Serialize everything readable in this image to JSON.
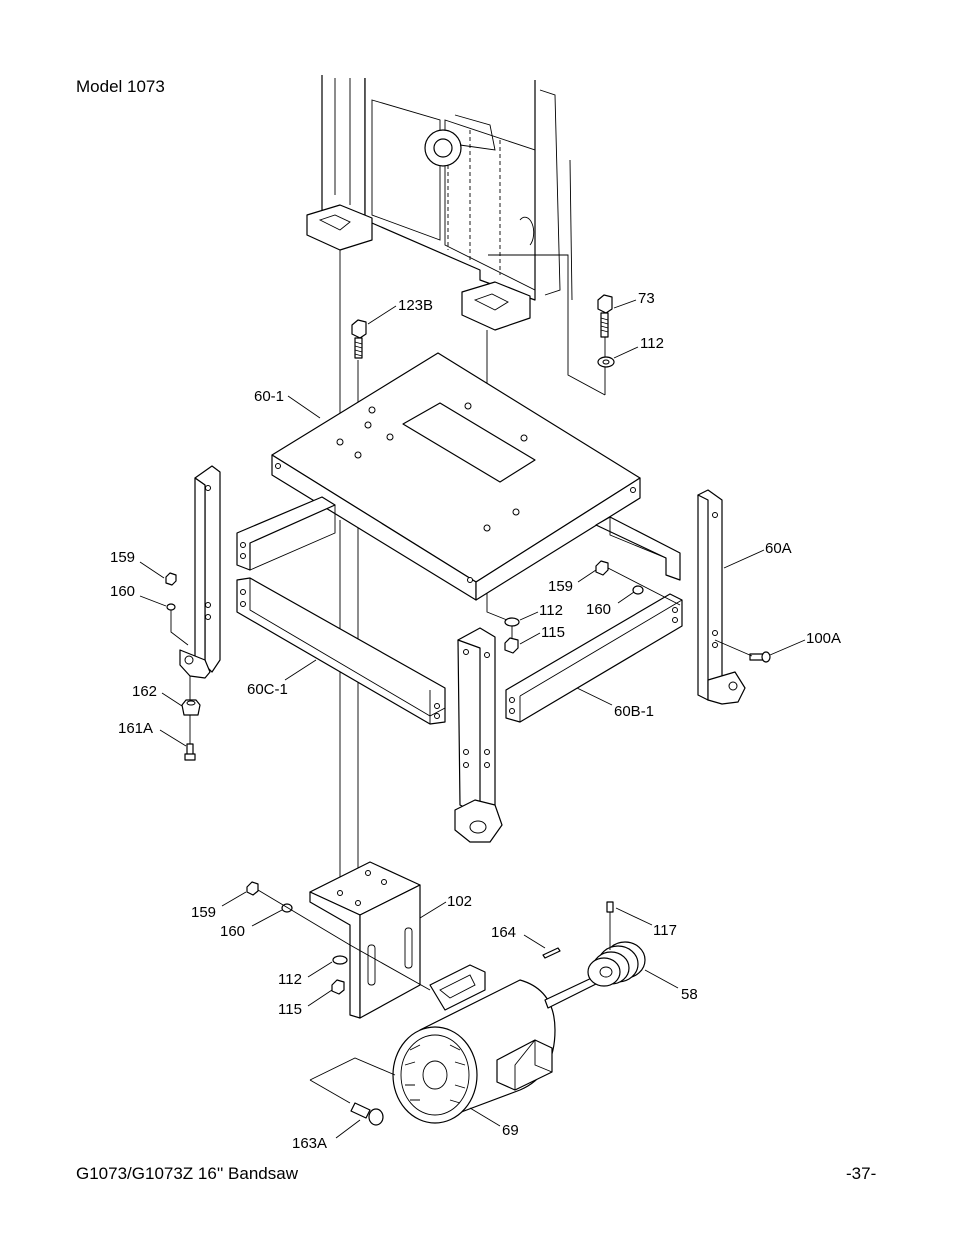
{
  "header": {
    "title": "Model 1073"
  },
  "footer": {
    "left": "G1073/G1073Z 16'' Bandsaw",
    "right": "-37-"
  },
  "labels": {
    "l123B": "123B",
    "l73": "73",
    "l112a": "112",
    "l60_1": "60-1",
    "l60A": "60A",
    "l159a": "159",
    "l160a": "160",
    "l159b": "159",
    "l160b": "160",
    "l112b": "112",
    "l115a": "115",
    "l100A": "100A",
    "l162": "162",
    "l60C_1": "60C-1",
    "l161A": "161A",
    "l60B_1": "60B-1",
    "l102": "102",
    "l159c": "159",
    "l160c": "160",
    "l164": "164",
    "l117": "117",
    "l112c": "112",
    "l115b": "115",
    "l58": "58",
    "l69": "69",
    "l163A": "163A"
  }
}
